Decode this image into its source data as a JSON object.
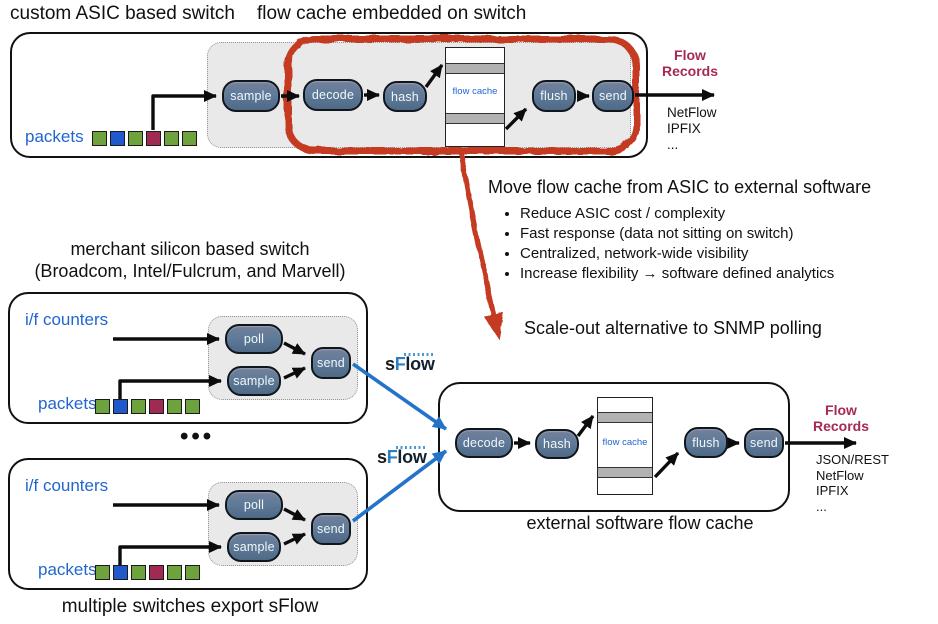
{
  "slide": {
    "top_left_title": "custom ASIC based switch",
    "top_right_title": "flow cache embedded on switch",
    "merchant_title_line1": "merchant silicon based switch",
    "merchant_title_line2": "(Broadcom, Intel/Fulcrum, and Marvell)",
    "bottom_caption": "multiple switches export sFlow",
    "external_caption": "external software flow cache",
    "move_title": "Move flow cache from ASIC to external software",
    "bullets": [
      "Reduce ASIC cost / complexity",
      "Fast response (data not sitting on switch)",
      "Centralized, network-wide visibility",
      "Increase flexibility → software defined analytics"
    ],
    "scale_out": "Scale-out alternative to SNMP polling",
    "ellipsis": "•••"
  },
  "nodes": {
    "sample": "sample",
    "decode": "decode",
    "hash": "hash",
    "flush": "flush",
    "send": "send",
    "poll": "poll",
    "flow_cache": "flow cache"
  },
  "labels": {
    "packets": "packets",
    "if_counters": "i/f counters",
    "flow_records": "Flow\nRecords"
  },
  "outputs_top": [
    "NetFlow",
    "IPFIX",
    "..."
  ],
  "outputs_external": [
    "JSON/REST",
    "NetFlow",
    "IPFIX",
    "..."
  ],
  "sflow_logo": {
    "part1": "s",
    "part2": "F",
    "part3": "low"
  },
  "packet_sequences": {
    "top": [
      "green",
      "blue",
      "green",
      "maroon",
      "green",
      "green"
    ],
    "merchant1": [
      "green",
      "blue",
      "green",
      "maroon",
      "green",
      "green"
    ],
    "merchant2": [
      "green",
      "blue",
      "green",
      "maroon",
      "green",
      "green"
    ]
  },
  "colors": {
    "packet_green": "#6da23c",
    "packet_blue": "#2158cb",
    "packet_maroon": "#a02a52",
    "label_blue": "#2166d0",
    "flow_records_maroon": "#a62a52",
    "highlight_red": "#c43b22",
    "sflow_arrow_blue": "#2473c8",
    "node_fill": "#5e7b99"
  }
}
